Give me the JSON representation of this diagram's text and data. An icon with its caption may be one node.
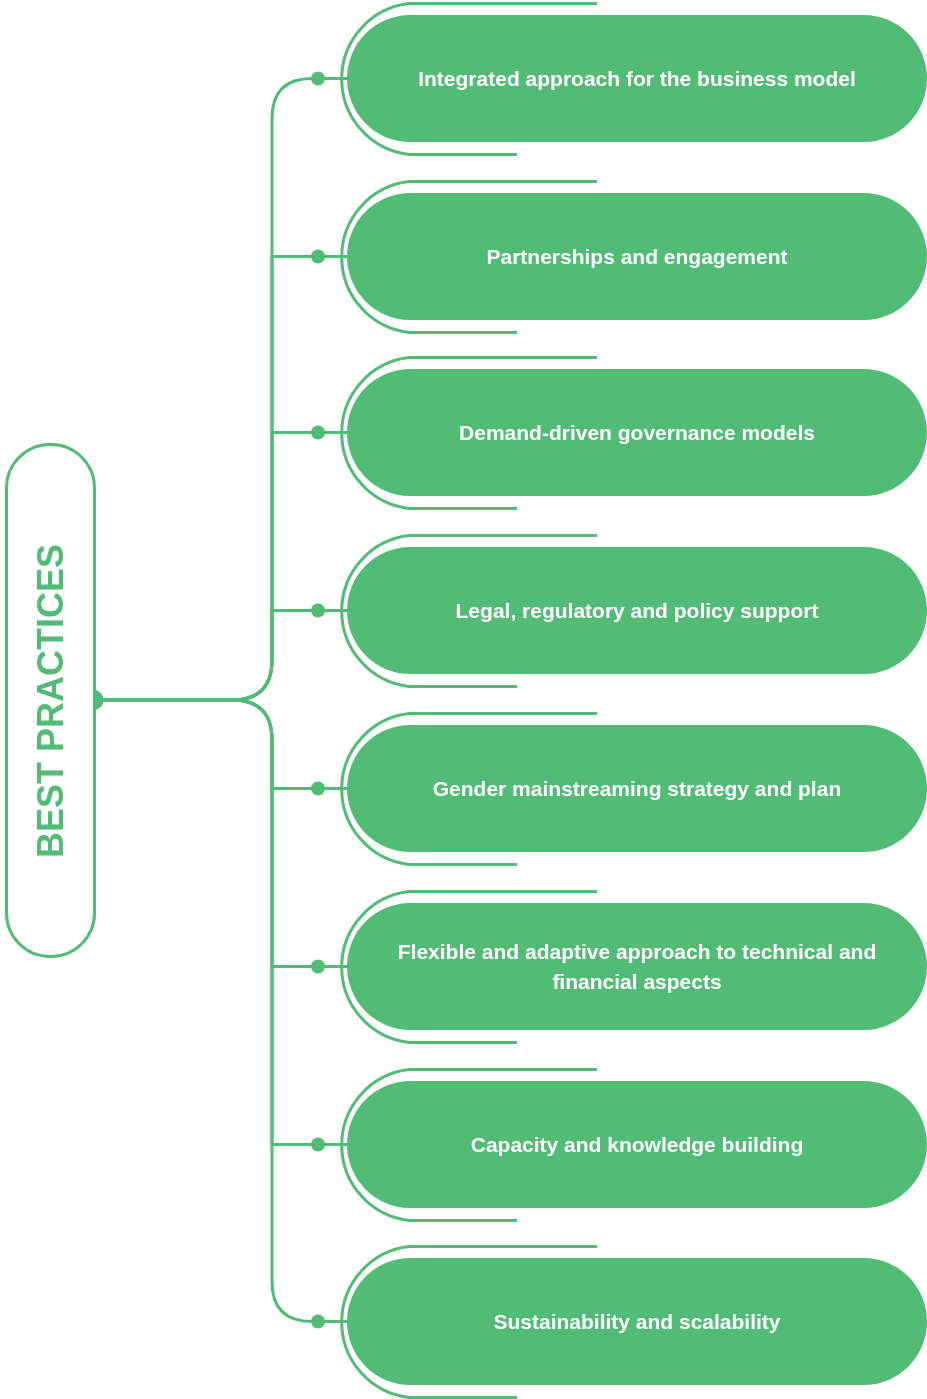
{
  "diagram": {
    "nodes": [
      {
        "text": [
          "BEST PRACTICES"
        ]
      },
      {
        "text": [
          "Integrated approach for the business model"
        ]
      },
      {
        "text": [
          "Partnerships and engagement"
        ]
      },
      {
        "text": [
          "Demand-driven governance models"
        ]
      },
      {
        "text": [
          "Legal, regulatory and policy support"
        ]
      },
      {
        "text": [
          "Gender mainstreaming strategy and plan"
        ]
      },
      {
        "text": [
          "Flexible and adaptive approach to technical and financial aspects"
        ]
      },
      {
        "text": [
          "Capacity and knowledge building"
        ]
      },
      {
        "text": [
          "Sustainability and scalability"
        ]
      }
    ],
    "edges": [
      {
        "from": 0,
        "to": 1,
        "arrow": "other"
      },
      {
        "from": 0,
        "to": 2,
        "arrow": "other"
      },
      {
        "from": 0,
        "to": 3,
        "arrow": "other"
      },
      {
        "from": 0,
        "to": 4,
        "arrow": "other"
      },
      {
        "from": 0,
        "to": 5,
        "arrow": "other"
      },
      {
        "from": 0,
        "to": 6,
        "arrow": "other"
      },
      {
        "from": 0,
        "to": 7,
        "arrow": "other"
      },
      {
        "from": 0,
        "to": 8,
        "arrow": "other"
      }
    ]
  }
}
